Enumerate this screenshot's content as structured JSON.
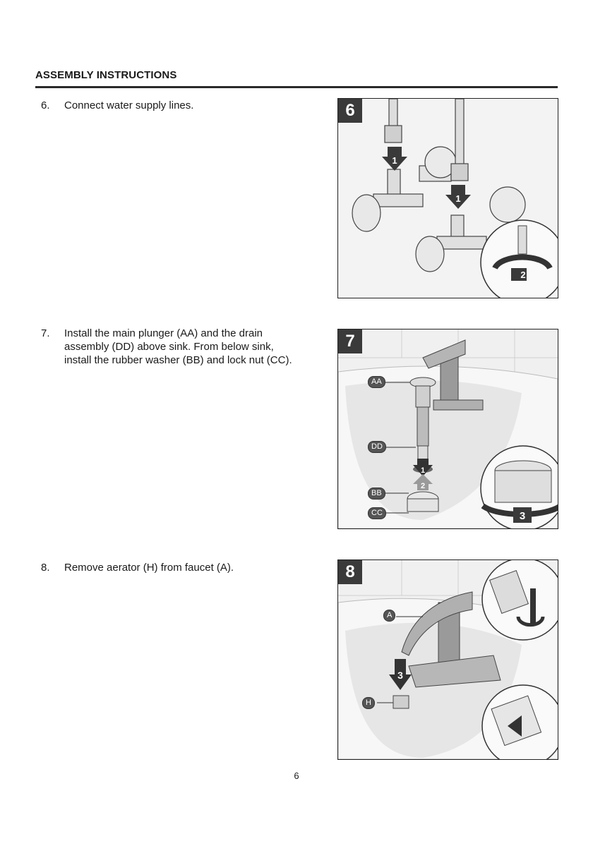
{
  "header": {
    "title": "ASSEMBLY INSTRUCTIONS"
  },
  "steps": [
    {
      "number": "6.",
      "text": "Connect water supply lines.",
      "badge": "6",
      "arrows": [
        "1",
        "1",
        "2"
      ],
      "labels": []
    },
    {
      "number": "7.",
      "text": "Install the main plunger (AA) and the drain assembly (DD) above sink. From below sink, install the rubber washer (BB) and lock nut (CC).",
      "badge": "7",
      "arrows": [
        "1",
        "2",
        "3"
      ],
      "labels": [
        "AA",
        "DD",
        "BB",
        "CC"
      ]
    },
    {
      "number": "8.",
      "text": "Remove aerator (H) from faucet (A).",
      "badge": "8",
      "arrows": [
        "3"
      ],
      "labels": [
        "A",
        "H"
      ]
    }
  ],
  "footer": {
    "page_number": "6"
  }
}
